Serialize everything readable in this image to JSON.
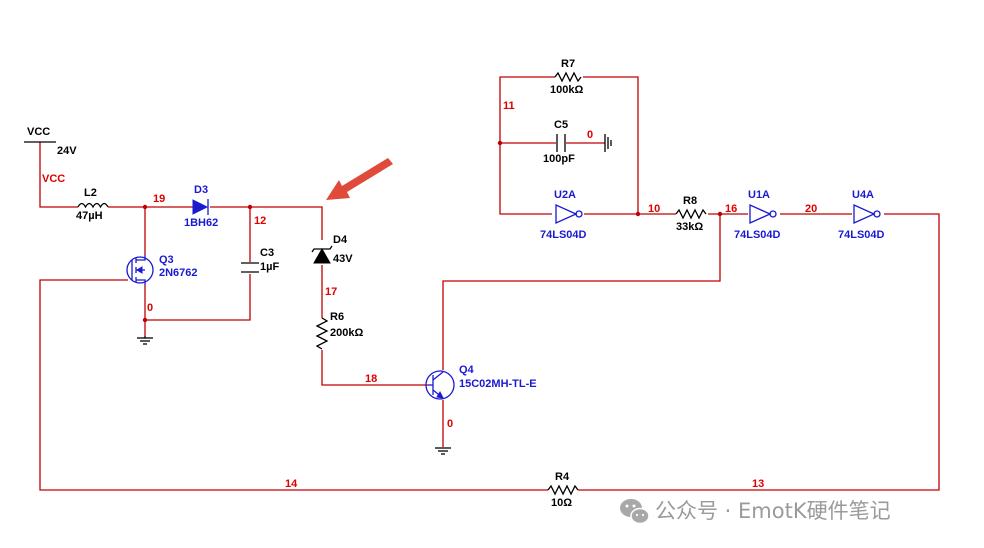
{
  "components": {
    "vcc": {
      "name": "VCC",
      "value": "24V",
      "net": "VCC"
    },
    "l2": {
      "name": "L2",
      "value": "47µH"
    },
    "d3": {
      "name": "D3",
      "value": "1BH62"
    },
    "c3": {
      "name": "C3",
      "value": "1µF"
    },
    "d4": {
      "name": "D4",
      "value": "43V"
    },
    "r6": {
      "name": "R6",
      "value": "200kΩ"
    },
    "q3": {
      "name": "Q3",
      "value": "2N6762"
    },
    "q4": {
      "name": "Q4",
      "value": "15C02MH-TL-E"
    },
    "r7": {
      "name": "R7",
      "value": "100kΩ"
    },
    "c5": {
      "name": "C5",
      "value": "100pF"
    },
    "u2a": {
      "name": "U2A",
      "value": "74LS04D"
    },
    "r8": {
      "name": "R8",
      "value": "33kΩ"
    },
    "u1a": {
      "name": "U1A",
      "value": "74LS04D"
    },
    "u4a": {
      "name": "U4A",
      "value": "74LS04D"
    },
    "r4": {
      "name": "R4",
      "value": "10Ω"
    }
  },
  "nets": {
    "n19": "19",
    "n12": "12",
    "n0_q3": "0",
    "n17": "17",
    "n18": "18",
    "n0_q4": "0",
    "n11": "11",
    "n0_c5": "0",
    "n10": "10",
    "n16": "16",
    "n20": "20",
    "n14": "14",
    "n13": "13"
  },
  "watermark": {
    "text": "公众号 · EmotK硬件笔记",
    "icon": "wechat-icon"
  },
  "colors": {
    "wire": "#c00000",
    "net_label": "#e00000",
    "part_label": "#1a1ad0",
    "arrow": "#e04a3a"
  }
}
